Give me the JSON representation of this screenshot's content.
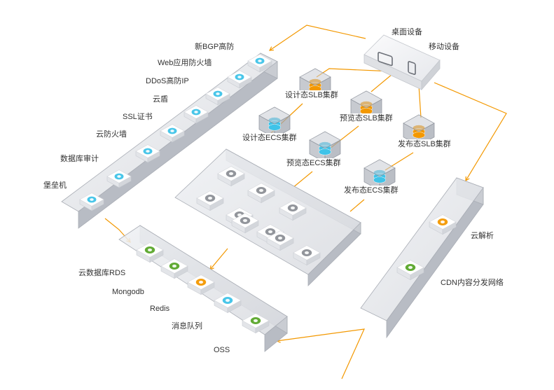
{
  "colors": {
    "connector": "#f39800",
    "tray_fill": "#d9dbe0",
    "tray_edge": "#a9adb5",
    "tile_top": "#ffffff",
    "tile_side": "#e3e5e9",
    "icon_cyan": "#3fc3e8",
    "icon_gray": "#8c8f96",
    "icon_green": "#5aa62a",
    "icon_orange": "#f39800",
    "cluster_glass": "#c8ccd3"
  },
  "security": {
    "items": [
      {
        "label": "新BGP高防",
        "icon": "bgp-shield-icon"
      },
      {
        "label": "Web应用防火墙",
        "icon": "waf-icon"
      },
      {
        "label": "DDoS高防IP",
        "icon": "ddos-shield-icon"
      },
      {
        "label": "云盾",
        "icon": "cloud-shield-icon"
      },
      {
        "label": "SSL证书",
        "icon": "certificate-icon"
      },
      {
        "label": "云防火墙",
        "icon": "cloud-firewall-icon"
      },
      {
        "label": "数据库审计",
        "icon": "db-audit-icon"
      },
      {
        "label": "堡垒机",
        "icon": "bastion-host-icon"
      }
    ]
  },
  "devices": {
    "desktop_label": "桌面设备",
    "mobile_label": "移动设备"
  },
  "clusters": {
    "slb": [
      {
        "label": "设计态SLB集群"
      },
      {
        "label": "预览态SLB集群"
      },
      {
        "label": "发布态SLB集群"
      }
    ],
    "ecs": [
      {
        "label": "设计态ECS集群"
      },
      {
        "label": "预览态ECS集群"
      },
      {
        "label": "发布态ECS集群"
      }
    ]
  },
  "cdn": {
    "items": [
      {
        "label": "云解析",
        "icon": "cloud-dns-icon"
      },
      {
        "label": "CDN内容分发网络",
        "icon": "cdn-network-icon"
      }
    ]
  },
  "storage": {
    "items": [
      {
        "label": "云数据库RDS",
        "icon": "rds-icon"
      },
      {
        "label": "Mongodb",
        "icon": "mongodb-icon"
      },
      {
        "label": "Redis",
        "icon": "redis-icon"
      },
      {
        "label": "消息队列",
        "icon": "message-queue-icon"
      },
      {
        "label": "OSS",
        "icon": "oss-icon"
      }
    ]
  },
  "app_tiles": [
    {
      "icon": "document-icon"
    },
    {
      "icon": "user-icon"
    },
    {
      "icon": "settings-circle-icon"
    },
    {
      "icon": "monitor-icon"
    },
    {
      "icon": "gear-icon"
    },
    {
      "icon": "chart-icon"
    },
    {
      "icon": "window-icon"
    },
    {
      "icon": "columns-icon"
    },
    {
      "icon": "grid-icon"
    }
  ]
}
